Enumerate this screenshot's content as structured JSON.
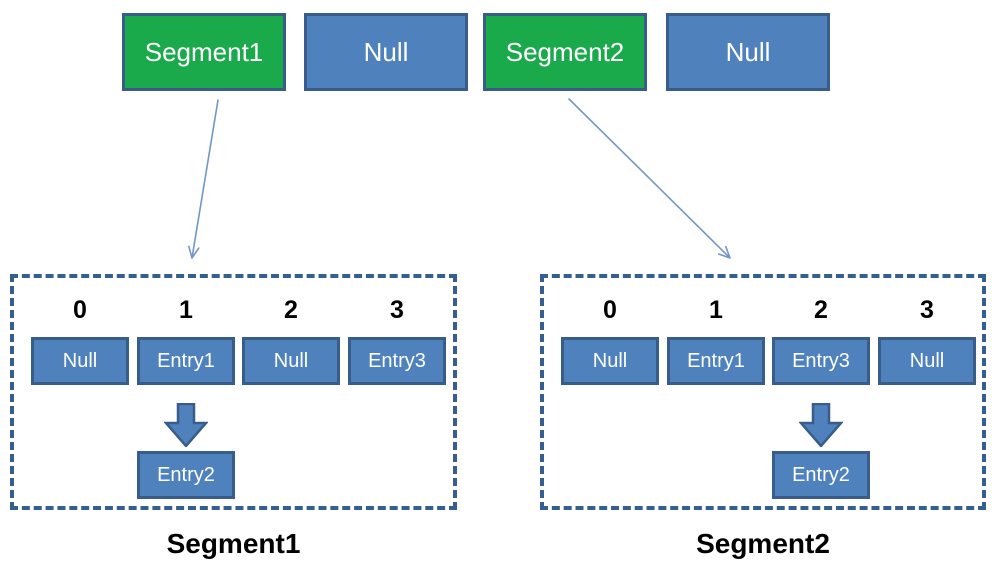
{
  "diagram": {
    "description": "Segment array with two segments pointing to hash-bucket tables",
    "segment_table": {
      "cells": [
        {
          "label": "Segment1",
          "type": "segment"
        },
        {
          "label": "Null",
          "type": "null"
        },
        {
          "label": "Segment2",
          "type": "segment"
        },
        {
          "label": "Null",
          "type": "null"
        }
      ]
    },
    "panels": [
      {
        "title": "Segment1",
        "indices": [
          "0",
          "1",
          "2",
          "3"
        ],
        "buckets": [
          "Null",
          "Entry1",
          "Null",
          "Entry3"
        ],
        "linked_from_index": "1",
        "linked_entry": "Entry2"
      },
      {
        "title": "Segment2",
        "indices": [
          "0",
          "1",
          "2",
          "3"
        ],
        "buckets": [
          "Null",
          "Entry1",
          "Entry3",
          "Null"
        ],
        "linked_from_index": "2",
        "linked_entry": "Entry2"
      }
    ],
    "colors": {
      "background": "#ffffff",
      "segment_fill": "#1aaa4b",
      "null_fill": "#4f81bd",
      "box_border": "#385d8a",
      "panel_border": "#365f91",
      "connector": "#7296c9",
      "box_text": "#ffffff",
      "label_text": "#000000"
    }
  }
}
